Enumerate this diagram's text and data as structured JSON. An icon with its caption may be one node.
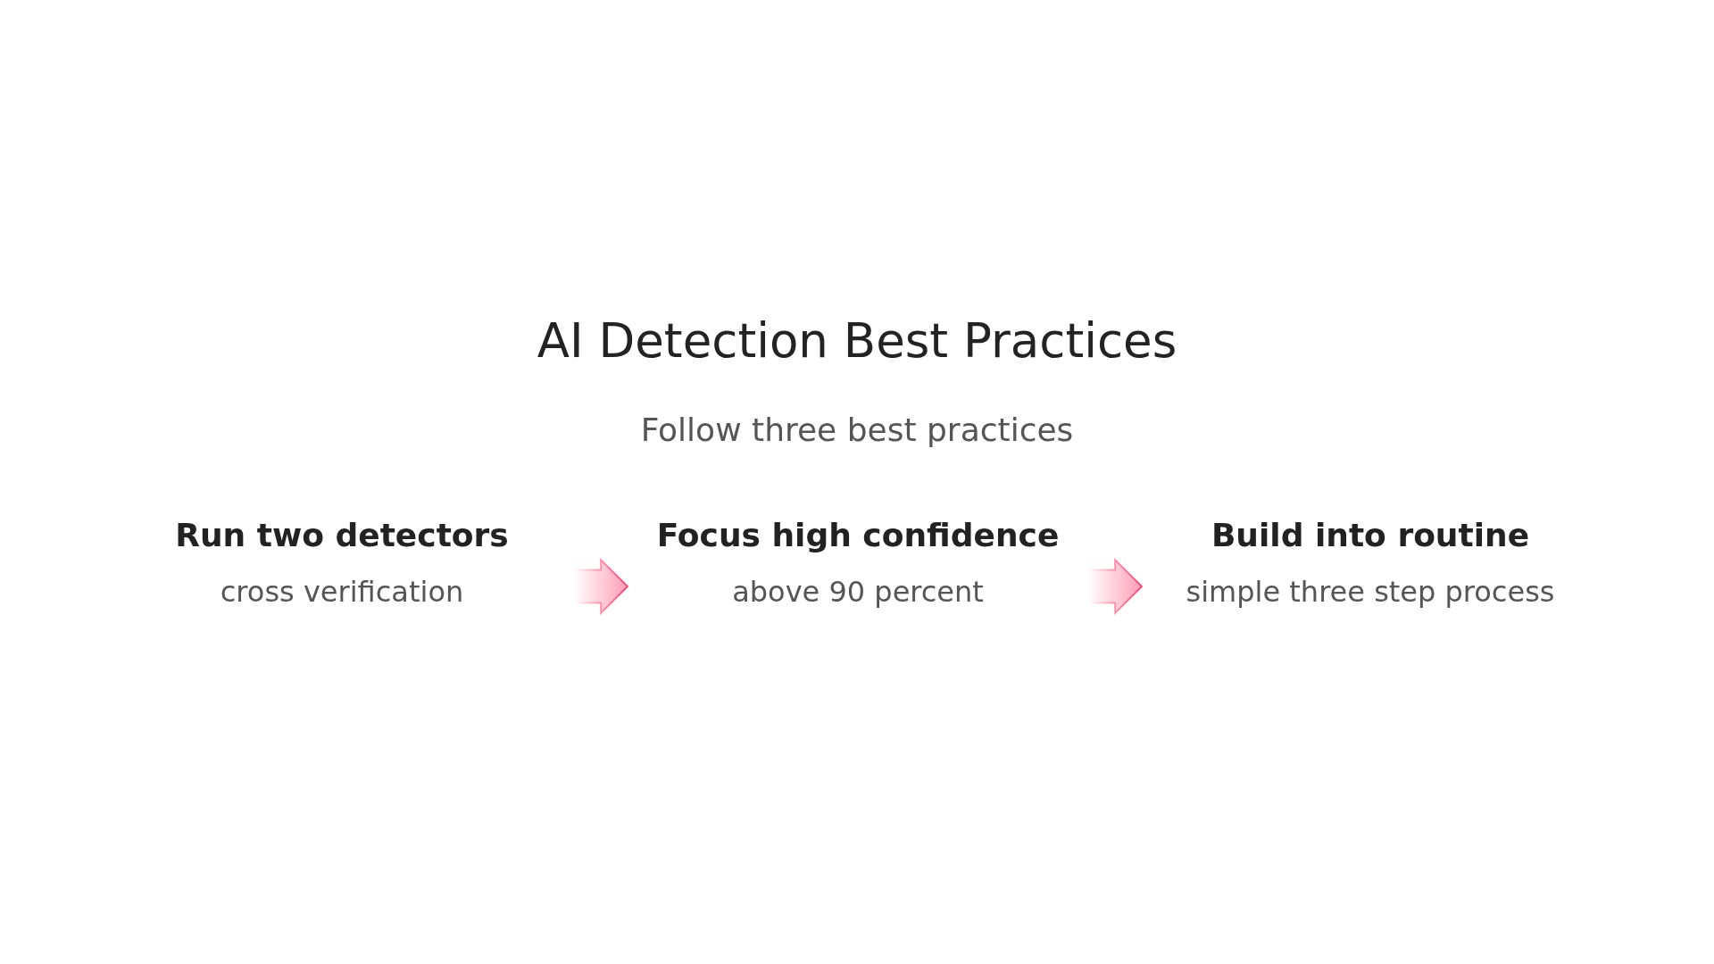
{
  "diagram": {
    "title": "AI Detection Best Practices",
    "nodes": [
      {
        "text": [
          "Run two detectors",
          "cross verification"
        ]
      },
      {
        "text": [
          "Focus high confidence",
          "above 90 percent"
        ]
      },
      {
        "text": [
          "Build into routine",
          "simple three step process"
        ]
      }
    ],
    "edges": [
      {
        "from": 0,
        "to": 1,
        "arrow": "to"
      },
      {
        "from": 1,
        "to": 2,
        "arrow": "to"
      }
    ],
    "labels": [
      "Follow three best practices"
    ]
  }
}
